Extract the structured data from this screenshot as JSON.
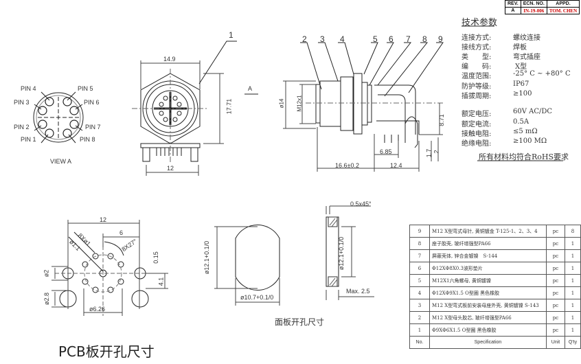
{
  "title_block": {
    "headers": [
      "REV.",
      "ECN. NO.",
      "APPD."
    ],
    "values": [
      "A",
      "IN-19-006",
      "TOM. CHEN"
    ],
    "value_color": "#cc0000"
  },
  "tech": {
    "title": "技术参数",
    "rows": [
      {
        "label": "连接方式:",
        "value": "螺纹连接"
      },
      {
        "label": "接线方式:",
        "value": "焊板"
      },
      {
        "label": "类　　型:",
        "value": "弯式插座"
      },
      {
        "label": "编　　码:",
        "value": "X型"
      },
      {
        "label": "温度范围:",
        "value": "-25° C ~ +80° C"
      },
      {
        "label": "防护等级:",
        "value": "IP67"
      },
      {
        "label": "插拔周期:",
        "value": "≥100"
      }
    ],
    "electrical": [
      {
        "label": "额定电压:",
        "value": "60V AC/DC"
      },
      {
        "label": "额定电流:",
        "value": "0.5A"
      },
      {
        "label": "接触电阻:",
        "value": "≤5 mΩ"
      },
      {
        "label": "绝缘电阻:",
        "value": "≥100 MΩ"
      }
    ],
    "rohs": "所有材料均符合RoHS要求"
  },
  "view_a": {
    "pins": [
      "PIN 4",
      "PIN 5",
      "PIN 3",
      "PIN 6",
      "PIN 2",
      "PIN 7",
      "PIN 1",
      "PIN 8"
    ],
    "caption": "VIEW A"
  },
  "front_view": {
    "balloon": "1",
    "width": "14.9",
    "height": "17.71",
    "pcb_width": "12",
    "arrow_label": "A"
  },
  "side_view": {
    "balloons": [
      "2",
      "3",
      "4",
      "5",
      "6",
      "7",
      "8",
      "9"
    ],
    "dia": "ø14",
    "thread": "M12x1",
    "len1": "16.6±0.2",
    "len2": "12.4",
    "len3": "6.85",
    "h1": "8.71",
    "h2": "1.7",
    "h3": "2"
  },
  "pcb": {
    "w12": "12",
    "w6": "6",
    "holes8": "8Xø1",
    "center": "ø1.1",
    "angle": "8X27°",
    "d015": "0.15",
    "d2": "ø2",
    "d41": "4.1",
    "d28": "ø2.8",
    "pcd": "ø6.26",
    "caption": "PCB板开孔尺寸"
  },
  "panel": {
    "chamfer": "0.5x45°",
    "dia1": "ø12.1+0.1/0",
    "flat": "ø10.7+0.1/0",
    "dia2": "ø12.1+0.1/0",
    "max": "Max. 2.5",
    "caption": "面板开孔尺寸"
  },
  "bom": {
    "rows": [
      {
        "no": "9",
        "spec": "M12 X型弯式母针, 黄铜镀金 T-125-1、2、3、4",
        "unit": "pc",
        "qty": "8"
      },
      {
        "no": "8",
        "spec": "座子胶壳, 玻纤增强型PA66",
        "unit": "pc",
        "qty": "1"
      },
      {
        "no": "7",
        "spec": "屏蔽壳体, 锌合金镀镍　S-144",
        "unit": "pc",
        "qty": "1"
      },
      {
        "no": "6",
        "spec": "Φ12XΦ8X0.3波形垫片",
        "unit": "pc",
        "qty": "1"
      },
      {
        "no": "5",
        "spec": "M12X1六角螺母, 黄铜镀镍",
        "unit": "pc",
        "qty": "1"
      },
      {
        "no": "4",
        "spec": "Φ12XΦ9X1.5 O型圈 黑色橡胶",
        "unit": "pc",
        "qty": "1"
      },
      {
        "no": "3",
        "spec": "M12 X型弯式板前安装母座外壳, 黄铜镀镍 S-143",
        "unit": "pc",
        "qty": "1"
      },
      {
        "no": "2",
        "spec": "M12 X型母头胶芯, 玻纤增强型PA66",
        "unit": "pc",
        "qty": "1"
      },
      {
        "no": "1",
        "spec": "Φ9XΦ6X1.5 O型圈 黑色橡胶",
        "unit": "pc",
        "qty": "1"
      }
    ],
    "headers": {
      "no": "No.",
      "spec": "Specification",
      "unit": "Unit",
      "qty": "Q'ty"
    }
  }
}
